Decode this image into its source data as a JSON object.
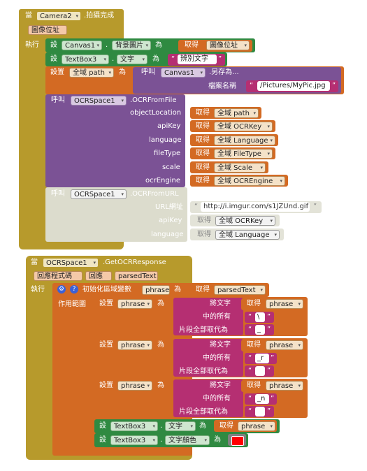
{
  "event1": {
    "when": "當",
    "component": "Camera2",
    "event": ".拍攝完成",
    "param": "圖像位址",
    "do": "執行"
  },
  "stmt_canvas": {
    "set": "設",
    "component": "Canvas1",
    "prop": "背景圖片",
    "to": "為",
    "get": "取得",
    "var": "圖像位址"
  },
  "stmt_textbox": {
    "set": "設",
    "component": "TextBox3",
    "prop": "文字",
    "to": "為",
    "text": "辨別文字"
  },
  "stmt_path": {
    "set": "設置",
    "var": "全域 path",
    "to": "為",
    "call": "呼叫",
    "component": "Canvas1",
    "method": ".另存為...",
    "arg_label": "檔案名稱",
    "arg_text": "/Pictures/MyPic.jpg"
  },
  "call_ocr": {
    "call": "呼叫",
    "component": "OCRSpace1",
    "method": ".OCRFromFile",
    "params": [
      {
        "label": "objectLocation",
        "get": "取得",
        "var": "全域 path"
      },
      {
        "label": "apiKey",
        "get": "取得",
        "var": "全域 OCRKey"
      },
      {
        "label": "language",
        "get": "取得",
        "var": "全域 Language"
      },
      {
        "label": "fileType",
        "get": "取得",
        "var": "全域 FileType"
      },
      {
        "label": "scale",
        "get": "取得",
        "var": "全域 Scale"
      },
      {
        "label": "ocrEngine",
        "get": "取得",
        "var": "全域 OCREngine"
      }
    ]
  },
  "call_url": {
    "call": "呼叫",
    "component": "OCRSpace1",
    "method": ".OCRFromURL",
    "params": [
      {
        "label": "URL網址",
        "text": "http://i.imgur.com/s1JZUnd.gif"
      },
      {
        "label": "apiKey",
        "get": "取得",
        "var": "全域 OCRKey"
      },
      {
        "label": "language",
        "get": "取得",
        "var": "全域 Language"
      }
    ]
  },
  "event2": {
    "when": "當",
    "component": "OCRSpace1",
    "event": ".GetOCRResponse",
    "params": [
      "回應程式碼",
      "回應",
      "parsedText"
    ],
    "do": "執行"
  },
  "local_init": {
    "init": "初始化區域變數",
    "name": "phrase",
    "to": "為",
    "get": "取得",
    "var": "parsedText",
    "scope": "作用範圍"
  },
  "replace_blocks": [
    {
      "set": "設置",
      "var": "phrase",
      "to": "為",
      "l1": "將文字",
      "l2": "中的所有",
      "l3": "片段全部取代為",
      "get": "取得",
      "gvar": "phrase",
      "from": "\\",
      "with": "_"
    },
    {
      "set": "設置",
      "var": "phrase",
      "to": "為",
      "l1": "將文字",
      "l2": "中的所有",
      "l3": "片段全部取代為",
      "get": "取得",
      "gvar": "phrase",
      "from": "_r",
      "with": ""
    },
    {
      "set": "設置",
      "var": "phrase",
      "to": "為",
      "l1": "將文字",
      "l2": "中的所有",
      "l3": "片段全部取代為",
      "get": "取得",
      "gvar": "phrase",
      "from": "_n",
      "with": ""
    }
  ],
  "stmt_tb_text": {
    "set": "設",
    "component": "TextBox3",
    "prop": "文字",
    "to": "為",
    "get": "取得",
    "var": "phrase"
  },
  "stmt_tb_color": {
    "set": "設",
    "component": "TextBox3",
    "prop": "文字顏色",
    "to": "為",
    "color": "#ff0000"
  },
  "quote": "“",
  "quote_end": "”",
  "colors": {
    "event": "#b79a2c",
    "procedure": "#7b5295",
    "setter": "#2f8a41",
    "variable": "#d36a23",
    "text": "#b52f72"
  }
}
